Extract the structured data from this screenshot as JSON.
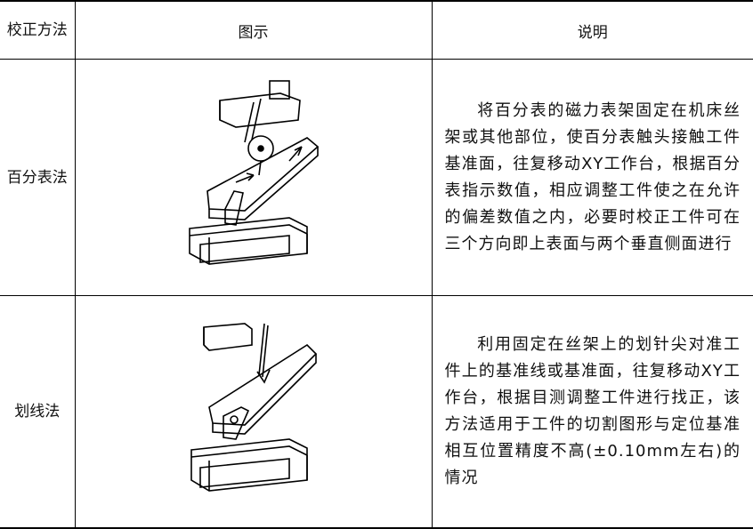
{
  "header": {
    "method": "校正方法",
    "figure": "图示",
    "description": "说明"
  },
  "rows": [
    {
      "method": "百分表法",
      "description": "将百分表的磁力表架固定在机床丝架或其他部位，使百分表触头接触工件基准面，往复移动XY工作台，根据百分表指示数值，相应调整工件使之在允许的偏差数值之内，必要时校正工件可在三个方向即上表面与两个垂直侧面进行"
    },
    {
      "method": "划线法",
      "description": "利用固定在丝架上的划针尖对准工件上的基准线或基准面，往复移动XY工作台，根据目测调整工件进行找正，该方法适用于工件的切割图形与定位基准相互位置精度不高(±0.10mm左右)的情况"
    }
  ]
}
